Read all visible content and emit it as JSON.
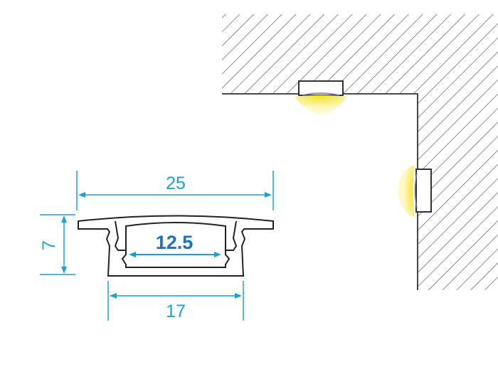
{
  "dimensions": {
    "overall_width": "25",
    "height": "7",
    "base_width": "17",
    "inner_width": "12.5"
  },
  "colors": {
    "dimension": "#1aa3d4",
    "inner_label": "#1a72c4",
    "light": "#f5e84a",
    "outline": "#333333"
  }
}
